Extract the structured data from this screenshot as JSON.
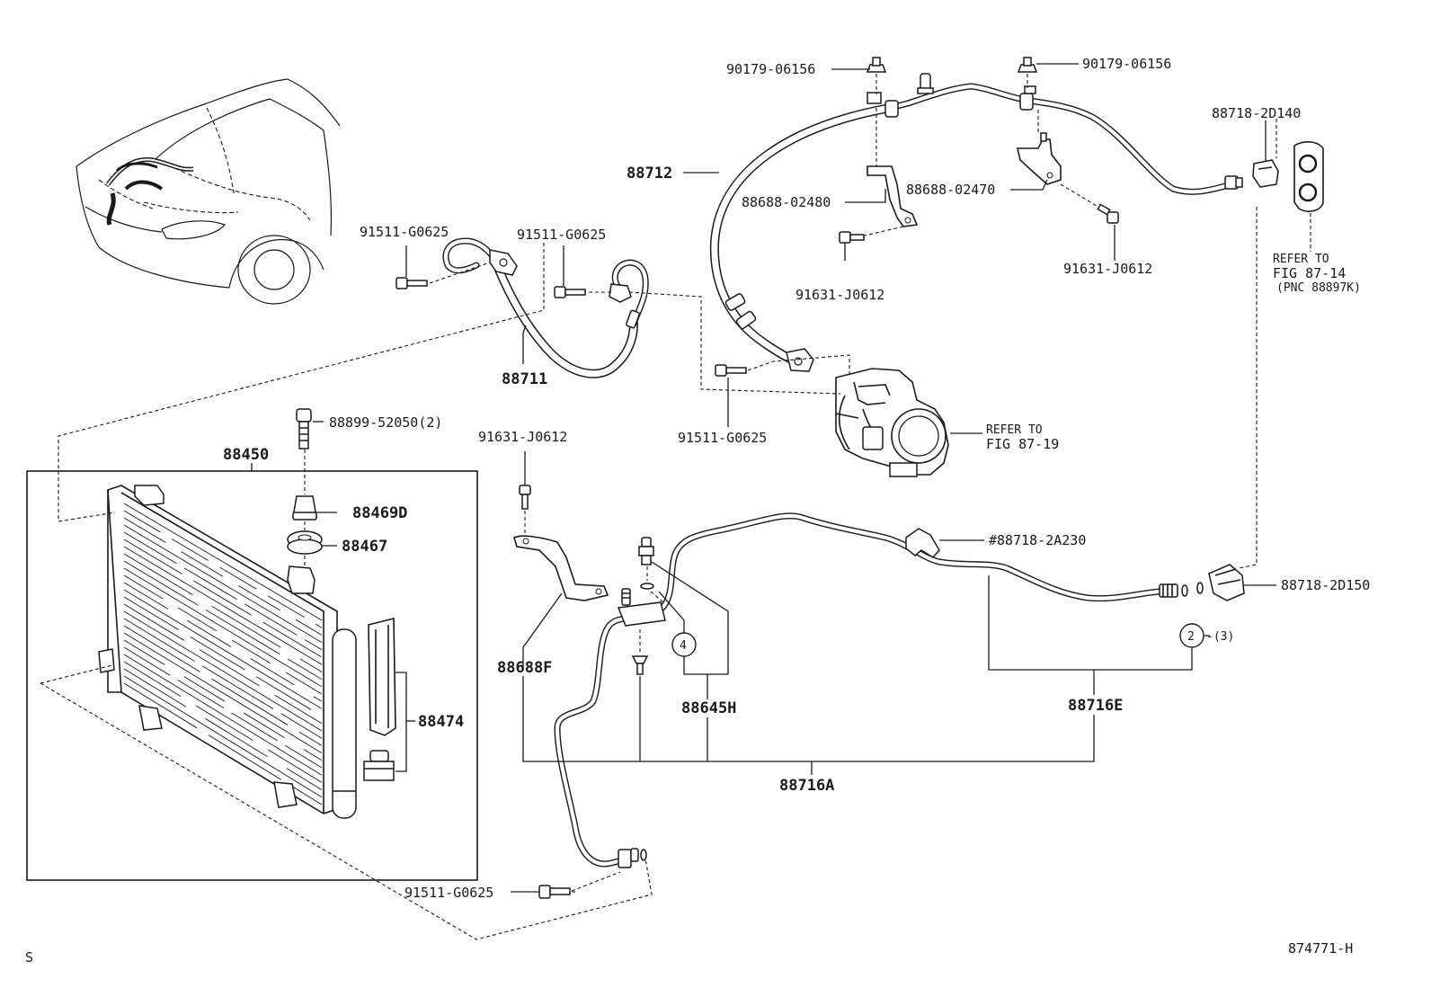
{
  "figure": {
    "number": "874771-H",
    "corner_mark": "S"
  },
  "labels": {
    "bolt_top_left": "90179-06156",
    "bolt_top_right": "90179-06156",
    "hose_discharge": "88712",
    "bracket_1": "88688-02480",
    "bracket_2": "88688-02470",
    "bolt_bracket_1": "91631-J0612",
    "bolt_bracket_2": "91631-J0612",
    "seal_plate": "88718-2D140",
    "refer_87_14_line1": "REFER TO",
    "refer_87_14_line2": "FIG 87-14",
    "refer_87_14_line3": "(PNC 88897K)",
    "bolt_a": "91511-G0625",
    "bolt_b": "91511-G0625",
    "hose_suction": "88711",
    "bolt_compressor": "91511-G0625",
    "refer_87_19_line1": "REFER TO",
    "refer_87_19_line2": "FIG 87-19",
    "plug": "88899-52050(2)",
    "condenser": "88450",
    "cushion_d": "88469D",
    "cushion": "88467",
    "bolt_clamp": "91631-J0612",
    "clamp": "#88718-2A230",
    "bracket_f": "88688F",
    "nut": "88718-2D150",
    "oring_qty": "-(3)",
    "circle_2": "2",
    "circle_4": "4",
    "tube_h": "88645H",
    "tube_e": "88716E",
    "tube_a": "88716A",
    "receiver": "88474",
    "bolt_bottom": "91511-G0625"
  }
}
